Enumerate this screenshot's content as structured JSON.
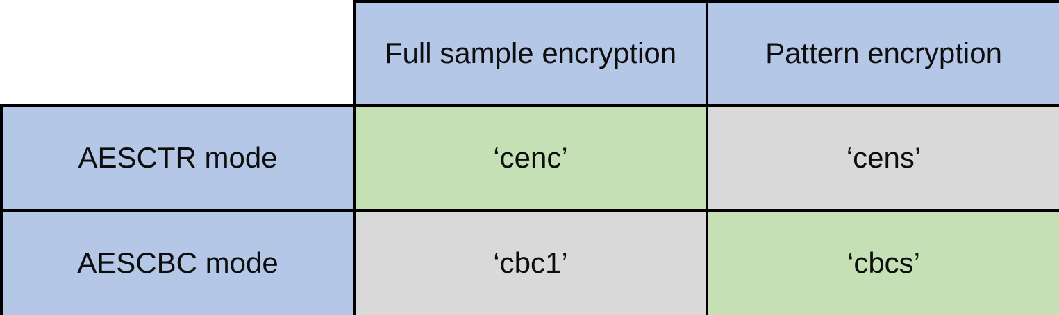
{
  "table": {
    "corner_label": "",
    "columns": [
      {
        "label": "Full sample encryption"
      },
      {
        "label": "Pattern encryption"
      }
    ],
    "rows": [
      {
        "header": "AESCTR mode",
        "cells": [
          {
            "text": "‘cenc’",
            "bg": "#c5e0b4"
          },
          {
            "text": "‘cens’",
            "bg": "#d9d9d9"
          }
        ]
      },
      {
        "header": "AESCBC mode",
        "cells": [
          {
            "text": "‘cbc1’",
            "bg": "#d9d9d9"
          },
          {
            "text": "‘cbcs’",
            "bg": "#c5e0b4"
          }
        ]
      }
    ],
    "colors": {
      "header_bg": "#b4c7e7",
      "highlight_bg": "#c5e0b4",
      "neutral_bg": "#d9d9d9",
      "border": "#000000",
      "text": "#0d0d0d"
    }
  },
  "chart_data": {
    "type": "table",
    "title": "",
    "columns": [
      "",
      "Full sample encryption",
      "Pattern encryption"
    ],
    "rows": [
      [
        "AESCTR mode",
        "‘cenc’",
        "‘cens’"
      ],
      [
        "AESCBC mode",
        "‘cbc1’",
        "‘cbcs’"
      ]
    ]
  }
}
